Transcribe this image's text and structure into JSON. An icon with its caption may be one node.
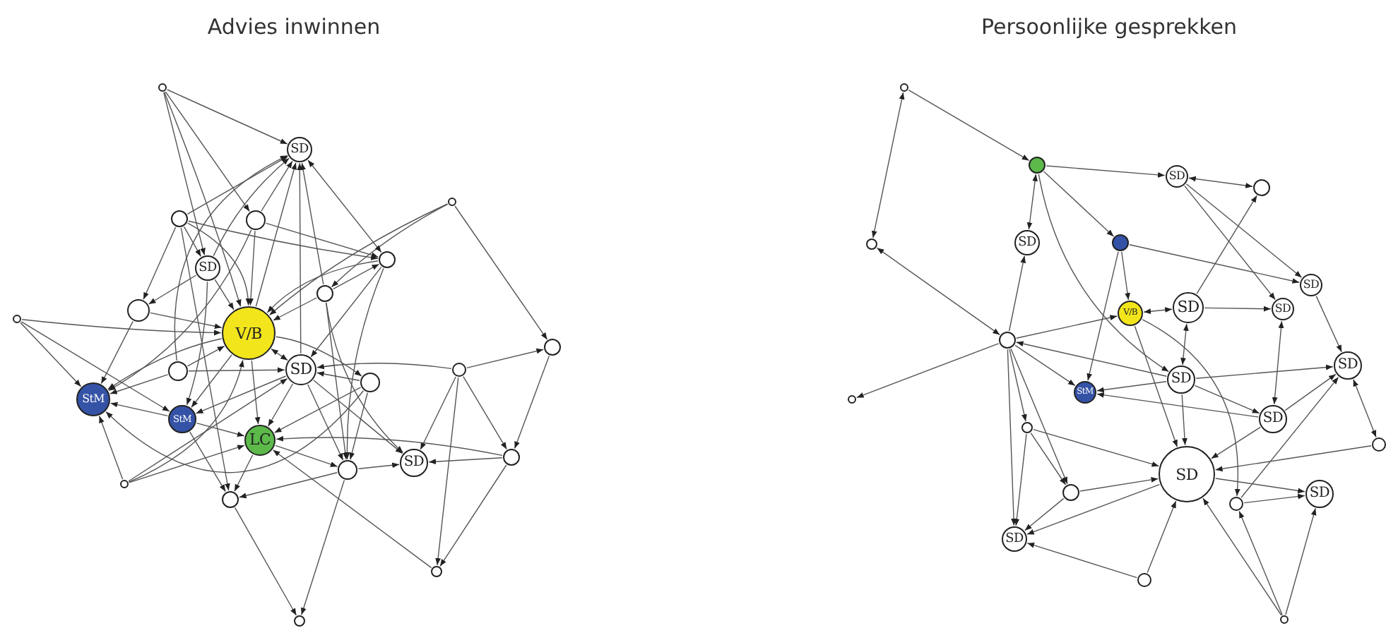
{
  "diagram": {
    "nodes": [
      {
        "text": [],
        "shape": "circle"
      },
      {
        "text": [
          "SD"
        ]
      },
      {
        "text": [],
        "shape": "circle"
      },
      {
        "text": [],
        "shape": "circle"
      },
      {
        "text": [],
        "shape": "circle"
      },
      {
        "text": [
          "SD"
        ]
      },
      {
        "text": [],
        "shape": "circle"
      },
      {
        "text": [],
        "shape": "circle"
      },
      {
        "text": [],
        "shape": "circle"
      },
      {
        "text": [],
        "shape": "circle"
      },
      {
        "text": [
          "V/B"
        ]
      },
      {
        "text": [],
        "shape": "circle"
      },
      {
        "text": [
          "SD"
        ]
      },
      {
        "text": [],
        "shape": "circle"
      },
      {
        "text": [],
        "shape": "circle"
      },
      {
        "text": [],
        "shape": "circle"
      },
      {
        "text": [
          "StM"
        ]
      },
      {
        "text": [
          "StM"
        ]
      },
      {
        "text": [
          "LC"
        ]
      },
      {
        "text": [],
        "shape": "circle"
      },
      {
        "text": [],
        "shape": "circle"
      },
      {
        "text": [],
        "shape": "circle"
      },
      {
        "text": [
          "SD"
        ]
      },
      {
        "text": [],
        "shape": "circle"
      },
      {
        "text": [],
        "shape": "circle"
      },
      {
        "text": [],
        "shape": "circle"
      },
      {
        "text": [],
        "shape": "circle"
      },
      {
        "text": [],
        "shape": "circle"
      },
      {
        "text": [
          "SD"
        ]
      },
      {
        "text": [],
        "shape": "circle"
      },
      {
        "text": [],
        "shape": "circle"
      },
      {
        "text": [
          "SD"
        ]
      },
      {
        "text": [],
        "shape": "circle"
      },
      {
        "text": [
          "SD"
        ]
      },
      {
        "text": [
          "SD"
        ]
      },
      {
        "text": [
          "V/B"
        ]
      },
      {
        "text": [
          "SD"
        ]
      },
      {
        "text": [],
        "shape": "circle"
      },
      {
        "text": [
          "SD"
        ]
      },
      {
        "text": [
          "SD"
        ]
      },
      {
        "text": [
          "StM"
        ]
      },
      {
        "text": [],
        "shape": "circle"
      },
      {
        "text": [
          "SD"
        ]
      },
      {
        "text": [],
        "shape": "circle"
      },
      {
        "text": [],
        "shape": "circle"
      },
      {
        "text": [
          "SD"
        ]
      },
      {
        "text": [],
        "shape": "circle"
      },
      {
        "text": [],
        "shape": "circle"
      },
      {
        "text": [
          "SD"
        ]
      },
      {
        "text": [
          "SD"
        ]
      },
      {
        "text": [],
        "shape": "circle"
      },
      {
        "text": [],
        "shape": "circle"
      }
    ],
    "edges": [
      {
        "from": 0,
        "to": 1,
        "arrow": "to"
      },
      {
        "from": 0,
        "to": 3,
        "arrow": "to"
      },
      {
        "from": 0,
        "to": 5,
        "arrow": "to"
      },
      {
        "from": 0,
        "to": 10,
        "arrow": "to"
      },
      {
        "from": 2,
        "to": 1,
        "arrow": "to"
      },
      {
        "from": 2,
        "to": 6,
        "arrow": "to"
      },
      {
        "from": 2,
        "to": 5,
        "arrow": "to"
      },
      {
        "from": 2,
        "to": 10,
        "arrow": "to"
      },
      {
        "from": 2,
        "to": 8,
        "arrow": "to"
      },
      {
        "from": 2,
        "to": 23,
        "arrow": "to"
      },
      {
        "from": 3,
        "to": 1,
        "arrow": "to"
      },
      {
        "from": 3,
        "to": 10,
        "arrow": "to"
      },
      {
        "from": 3,
        "to": 6,
        "arrow": "to"
      },
      {
        "from": 3,
        "to": 16,
        "arrow": "to"
      },
      {
        "from": 4,
        "to": 9,
        "arrow": "to"
      },
      {
        "from": 4,
        "to": 14,
        "arrow": "to"
      },
      {
        "from": 4,
        "to": 10,
        "arrow": "to"
      },
      {
        "from": 5,
        "to": 1,
        "arrow": "to"
      },
      {
        "from": 10,
        "to": 1,
        "arrow": "to"
      },
      {
        "from": 12,
        "to": 1,
        "arrow": "to"
      },
      {
        "from": 6,
        "to": 1,
        "arrow": "both"
      },
      {
        "from": 9,
        "to": 1,
        "arrow": "to"
      },
      {
        "from": 11,
        "to": 1,
        "arrow": "to"
      },
      {
        "from": 7,
        "to": 10,
        "arrow": "to"
      },
      {
        "from": 7,
        "to": 16,
        "arrow": "to"
      },
      {
        "from": 7,
        "to": 17,
        "arrow": "to"
      },
      {
        "from": 8,
        "to": 10,
        "arrow": "to"
      },
      {
        "from": 8,
        "to": 16,
        "arrow": "to"
      },
      {
        "from": 9,
        "to": 10,
        "arrow": "to"
      },
      {
        "from": 9,
        "to": 6,
        "arrow": "to"
      },
      {
        "from": 9,
        "to": 21,
        "arrow": "to"
      },
      {
        "from": 9,
        "to": 22,
        "arrow": "to"
      },
      {
        "from": 10,
        "to": 12,
        "arrow": "both"
      },
      {
        "from": 10,
        "to": 18,
        "arrow": "to"
      },
      {
        "from": 10,
        "to": 17,
        "arrow": "to"
      },
      {
        "from": 10,
        "to": 16,
        "arrow": "to"
      },
      {
        "from": 10,
        "to": 13,
        "arrow": "to"
      },
      {
        "from": 11,
        "to": 10,
        "arrow": "to"
      },
      {
        "from": 11,
        "to": 16,
        "arrow": "to"
      },
      {
        "from": 11,
        "to": 12,
        "arrow": "to"
      },
      {
        "from": 12,
        "to": 18,
        "arrow": "to"
      },
      {
        "from": 12,
        "to": 22,
        "arrow": "to"
      },
      {
        "from": 12,
        "to": 21,
        "arrow": "to"
      },
      {
        "from": 12,
        "to": 17,
        "arrow": "to"
      },
      {
        "from": 13,
        "to": 12,
        "arrow": "to"
      },
      {
        "from": 13,
        "to": 21,
        "arrow": "to"
      },
      {
        "from": 13,
        "to": 18,
        "arrow": "to"
      },
      {
        "from": 13,
        "to": 16,
        "arrow": "to"
      },
      {
        "from": 15,
        "to": 12,
        "arrow": "to"
      },
      {
        "from": 15,
        "to": 14,
        "arrow": "to"
      },
      {
        "from": 15,
        "to": 19,
        "arrow": "to"
      },
      {
        "from": 15,
        "to": 22,
        "arrow": "to"
      },
      {
        "from": 15,
        "to": 24,
        "arrow": "to"
      },
      {
        "from": 14,
        "to": 19,
        "arrow": "to"
      },
      {
        "from": 17,
        "to": 16,
        "arrow": "to"
      },
      {
        "from": 17,
        "to": 18,
        "arrow": "to"
      },
      {
        "from": 17,
        "to": 23,
        "arrow": "to"
      },
      {
        "from": 18,
        "to": 23,
        "arrow": "to"
      },
      {
        "from": 18,
        "to": 21,
        "arrow": "to"
      },
      {
        "from": 19,
        "to": 22,
        "arrow": "to"
      },
      {
        "from": 19,
        "to": 18,
        "arrow": "to"
      },
      {
        "from": 19,
        "to": 24,
        "arrow": "to"
      },
      {
        "from": 20,
        "to": 16,
        "arrow": "to"
      },
      {
        "from": 20,
        "to": 10,
        "arrow": "to"
      },
      {
        "from": 20,
        "to": 18,
        "arrow": "to"
      },
      {
        "from": 20,
        "to": 12,
        "arrow": "to"
      },
      {
        "from": 21,
        "to": 22,
        "arrow": "to"
      },
      {
        "from": 21,
        "to": 23,
        "arrow": "to"
      },
      {
        "from": 21,
        "to": 25,
        "arrow": "to"
      },
      {
        "from": 23,
        "to": 25,
        "arrow": "to"
      },
      {
        "from": 5,
        "to": 10,
        "arrow": "to"
      },
      {
        "from": 5,
        "to": 8,
        "arrow": "to"
      },
      {
        "from": 5,
        "to": 17,
        "arrow": "to"
      },
      {
        "from": 6,
        "to": 12,
        "arrow": "to"
      },
      {
        "from": 6,
        "to": 10,
        "arrow": "to"
      },
      {
        "from": 6,
        "to": 21,
        "arrow": "to"
      },
      {
        "from": 24,
        "to": 18,
        "arrow": "to"
      },
      {
        "from": 26,
        "to": 27,
        "arrow": "to"
      },
      {
        "from": 26,
        "to": 30,
        "arrow": "both"
      },
      {
        "from": 37,
        "to": 30,
        "arrow": "both"
      },
      {
        "from": 37,
        "to": 41,
        "arrow": "to"
      },
      {
        "from": 27,
        "to": 31,
        "arrow": "both"
      },
      {
        "from": 27,
        "to": 32,
        "arrow": "to"
      },
      {
        "from": 27,
        "to": 28,
        "arrow": "to"
      },
      {
        "from": 27,
        "to": 39,
        "arrow": "to"
      },
      {
        "from": 28,
        "to": 29,
        "arrow": "both"
      },
      {
        "from": 28,
        "to": 34,
        "arrow": "to"
      },
      {
        "from": 37,
        "to": 31,
        "arrow": "to"
      },
      {
        "from": 32,
        "to": 35,
        "arrow": "to"
      },
      {
        "from": 32,
        "to": 40,
        "arrow": "to"
      },
      {
        "from": 32,
        "to": 33,
        "arrow": "to"
      },
      {
        "from": 35,
        "to": 36,
        "arrow": "both"
      },
      {
        "from": 37,
        "to": 35,
        "arrow": "to"
      },
      {
        "from": 36,
        "to": 34,
        "arrow": "to"
      },
      {
        "from": 39,
        "to": 36,
        "arrow": "both"
      },
      {
        "from": 39,
        "to": 40,
        "arrow": "to"
      },
      {
        "from": 39,
        "to": 38,
        "arrow": "to"
      },
      {
        "from": 39,
        "to": 42,
        "arrow": "to"
      },
      {
        "from": 39,
        "to": 45,
        "arrow": "to"
      },
      {
        "from": 39,
        "to": 37,
        "arrow": "to"
      },
      {
        "from": 37,
        "to": 40,
        "arrow": "to"
      },
      {
        "from": 37,
        "to": 43,
        "arrow": "to"
      },
      {
        "from": 37,
        "to": 49,
        "arrow": "to"
      },
      {
        "from": 37,
        "to": 46,
        "arrow": "to"
      },
      {
        "from": 43,
        "to": 45,
        "arrow": "to"
      },
      {
        "from": 43,
        "to": 49,
        "arrow": "to"
      },
      {
        "from": 43,
        "to": 46,
        "arrow": "to"
      },
      {
        "from": 46,
        "to": 45,
        "arrow": "to"
      },
      {
        "from": 46,
        "to": 49,
        "arrow": "to"
      },
      {
        "from": 45,
        "to": 49,
        "arrow": "to"
      },
      {
        "from": 45,
        "to": 48,
        "arrow": "to"
      },
      {
        "from": 50,
        "to": 45,
        "arrow": "to"
      },
      {
        "from": 50,
        "to": 49,
        "arrow": "to"
      },
      {
        "from": 47,
        "to": 48,
        "arrow": "to"
      },
      {
        "from": 47,
        "to": 38,
        "arrow": "to"
      },
      {
        "from": 51,
        "to": 47,
        "arrow": "to"
      },
      {
        "from": 51,
        "to": 45,
        "arrow": "to"
      },
      {
        "from": 51,
        "to": 48,
        "arrow": "to"
      },
      {
        "from": 42,
        "to": 38,
        "arrow": "to"
      },
      {
        "from": 42,
        "to": 34,
        "arrow": "both"
      },
      {
        "from": 42,
        "to": 45,
        "arrow": "to"
      },
      {
        "from": 38,
        "to": 44,
        "arrow": "both"
      },
      {
        "from": 44,
        "to": 45,
        "arrow": "to"
      },
      {
        "from": 33,
        "to": 38,
        "arrow": "to"
      },
      {
        "from": 28,
        "to": 33,
        "arrow": "to"
      },
      {
        "from": 36,
        "to": 29,
        "arrow": "to"
      },
      {
        "from": 35,
        "to": 45,
        "arrow": "to"
      },
      {
        "from": 35,
        "to": 47,
        "arrow": "to"
      },
      {
        "from": 42,
        "to": 40,
        "arrow": "to"
      }
    ],
    "labels": [
      "Advies inwinnen",
      "Persoonlijke gesprekken"
    ]
  }
}
